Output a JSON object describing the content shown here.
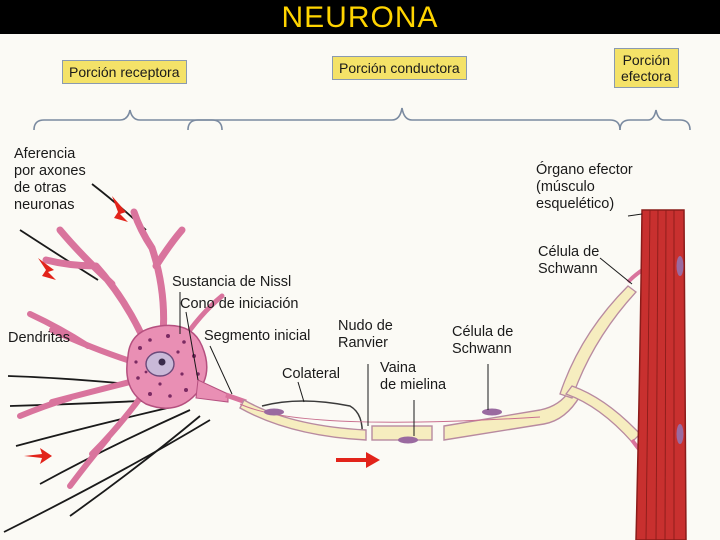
{
  "header": {
    "title": "NEURONA"
  },
  "sections": {
    "receptora": "Porción receptora",
    "conductora": "Porción conductora",
    "efectora": "Porción\nefectora"
  },
  "labels": {
    "aferencia": "Aferencia\npor axones\nde otras\nneuronas",
    "dendritas": "Dendritas",
    "nissl": "Sustancia de Nissl",
    "cono": "Cono de iniciación",
    "segmento": "Segmento inicial",
    "colateral": "Colateral",
    "nudo": "Nudo de\nRanvier",
    "vaina": "Vaina\nde mielina",
    "schwann1": "Célula de\nSchwann",
    "schwann2": "Célula de\nSchwann",
    "organo": "Órgano efector\n(músculo\nesquelético)"
  },
  "colors": {
    "header_bg": "#000000",
    "title": "#ffd400",
    "box_fill": "#f4e268",
    "neuron_body": "#e98fb4",
    "nissl": "#7a2a62",
    "myelin": "#f6edbf",
    "myelin_edge": "#b88aa0",
    "muscle": "#c8302f",
    "arrow": "#e2231a"
  }
}
